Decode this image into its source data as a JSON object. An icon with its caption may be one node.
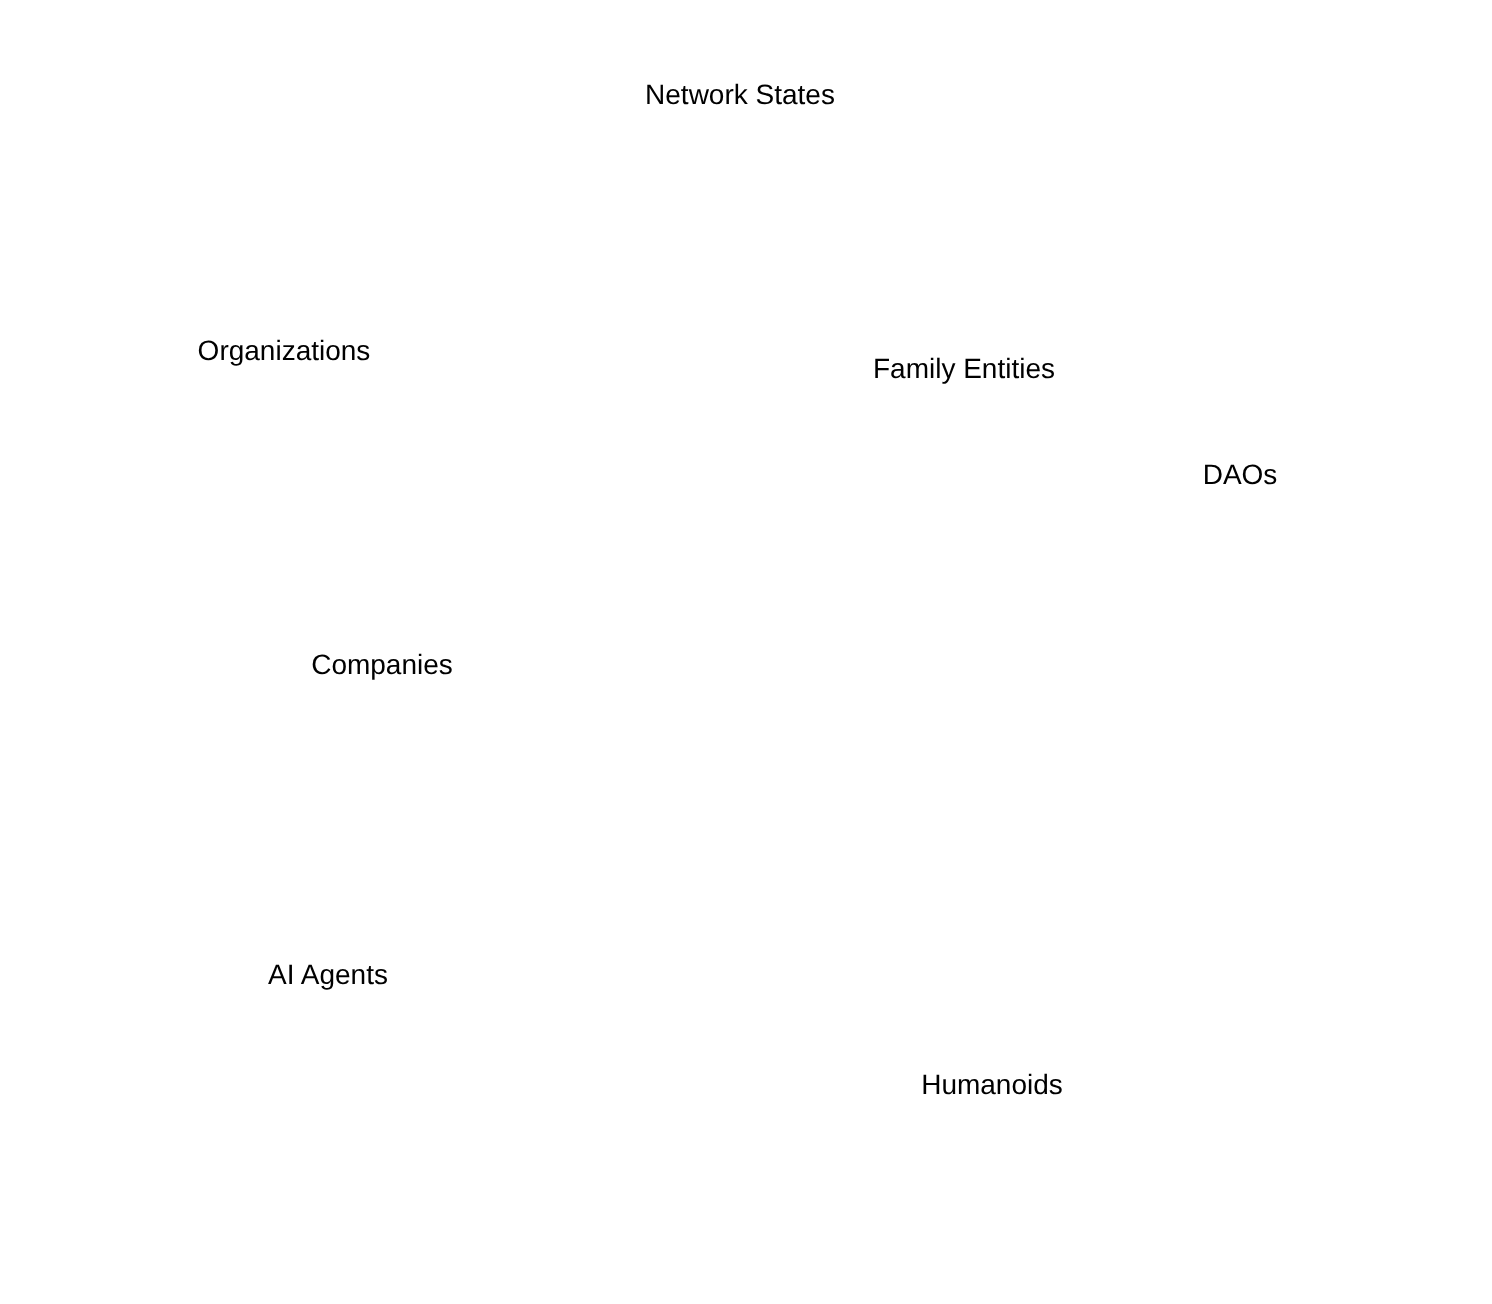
{
  "diagram": {
    "labels": [
      "Network States",
      "Organizations",
      "Family Entities",
      "DAOs",
      "Companies",
      "AI Agents",
      "Humanoids"
    ]
  }
}
